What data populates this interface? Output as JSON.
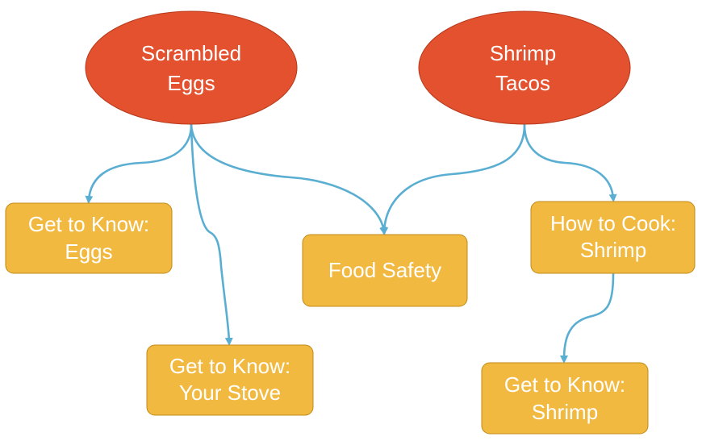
{
  "nodes": {
    "scrambled_eggs": {
      "line1": "Scrambled",
      "line2": "Eggs"
    },
    "shrimp_tacos": {
      "line1": "Shrimp",
      "line2": "Tacos"
    },
    "know_eggs": {
      "line1": "Get to Know:",
      "line2": "Eggs"
    },
    "know_stove": {
      "line1": "Get to Know:",
      "line2": "Your Stove"
    },
    "food_safety": {
      "line1": "Food Safety"
    },
    "cook_shrimp": {
      "line1": "How to Cook:",
      "line2": "Shrimp"
    },
    "know_shrimp": {
      "line1": "Get to Know:",
      "line2": "Shrimp"
    }
  },
  "colors": {
    "ellipse_fill": "#e4512f",
    "box_fill": "#f2b940",
    "connector": "#5aaed2",
    "text": "#ffffff"
  }
}
